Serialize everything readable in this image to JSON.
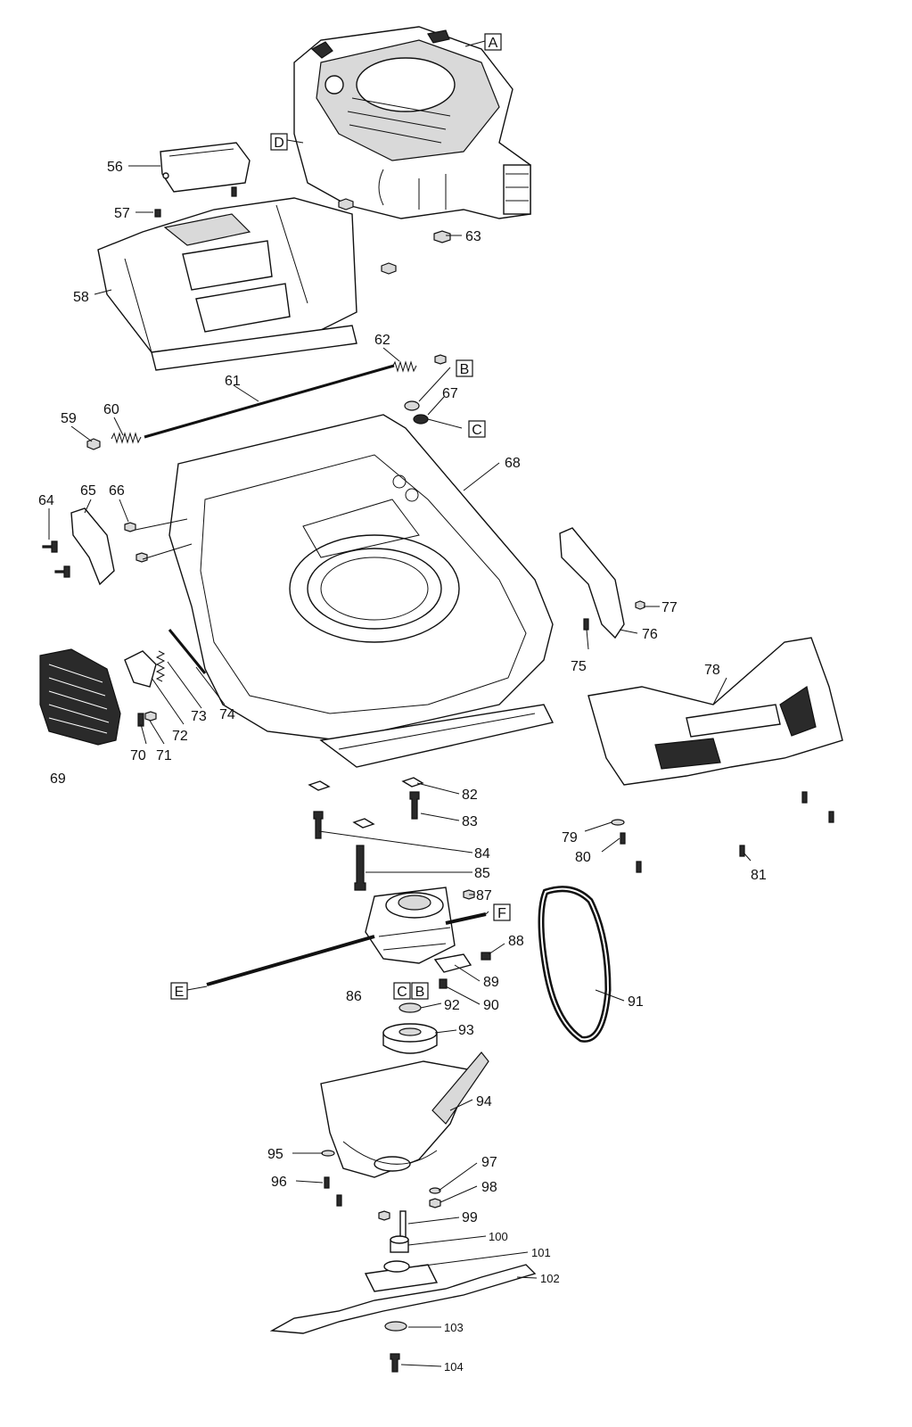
{
  "part_labels": {
    "p56": "56",
    "p57": "57",
    "p58": "58",
    "p59": "59",
    "p60": "60",
    "p61": "61",
    "p62": "62",
    "p63": "63",
    "p64": "64",
    "p65": "65",
    "p66": "66",
    "p67": "67",
    "p68": "68",
    "p69": "69",
    "p70": "70",
    "p71": "71",
    "p72": "72",
    "p73": "73",
    "p74": "74",
    "p75": "75",
    "p76": "76",
    "p77": "77",
    "p78": "78",
    "p79": "79",
    "p80": "80",
    "p81": "81",
    "p82": "82",
    "p83": "83",
    "p84": "84",
    "p85": "85",
    "p86": "86",
    "p87": "87",
    "p88": "88",
    "p89": "89",
    "p90": "90",
    "p91": "91",
    "p92": "92",
    "p93": "93",
    "p94": "94",
    "p95": "95",
    "p96": "96",
    "p97": "97",
    "p98": "98",
    "p99": "99",
    "p100": "100",
    "p101": "101",
    "p102": "102",
    "p103": "103",
    "p104": "104"
  },
  "reference_letters": {
    "A": "A",
    "B_top": "B",
    "C_top": "C",
    "D": "D",
    "E": "E",
    "F": "F",
    "C_bottom": "C",
    "B_bottom": "B"
  }
}
